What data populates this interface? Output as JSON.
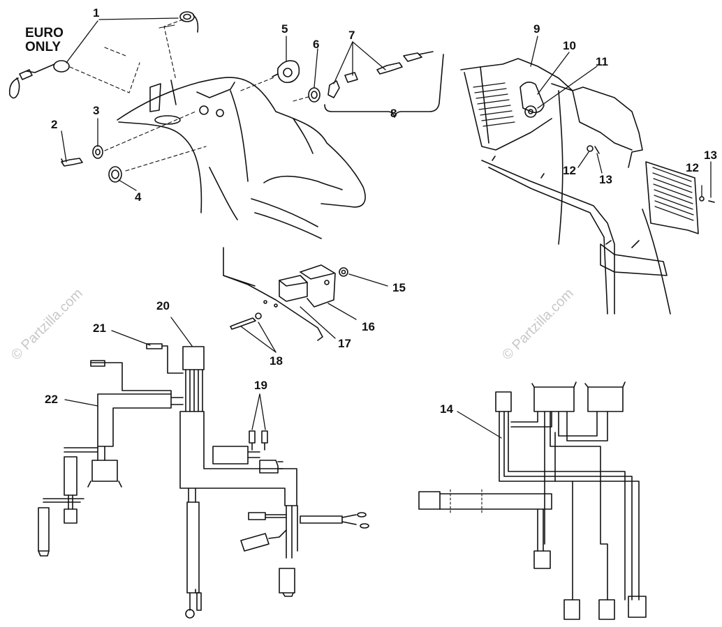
{
  "diagram": {
    "euro_note_line1": "EURO",
    "euro_note_line2": "ONLY",
    "watermark": "© Partzilla.com",
    "callouts": [
      "1",
      "2",
      "3",
      "4",
      "5",
      "6",
      "7",
      "8",
      "9",
      "10",
      "11",
      "12",
      "13",
      "14",
      "15",
      "16",
      "17",
      "18",
      "19",
      "20",
      "21",
      "22"
    ],
    "callout_12b": "12",
    "callout_13b": "13"
  },
  "colors": {
    "ink": "#111111",
    "watermark": "#c8c8c8",
    "background": "#ffffff"
  }
}
